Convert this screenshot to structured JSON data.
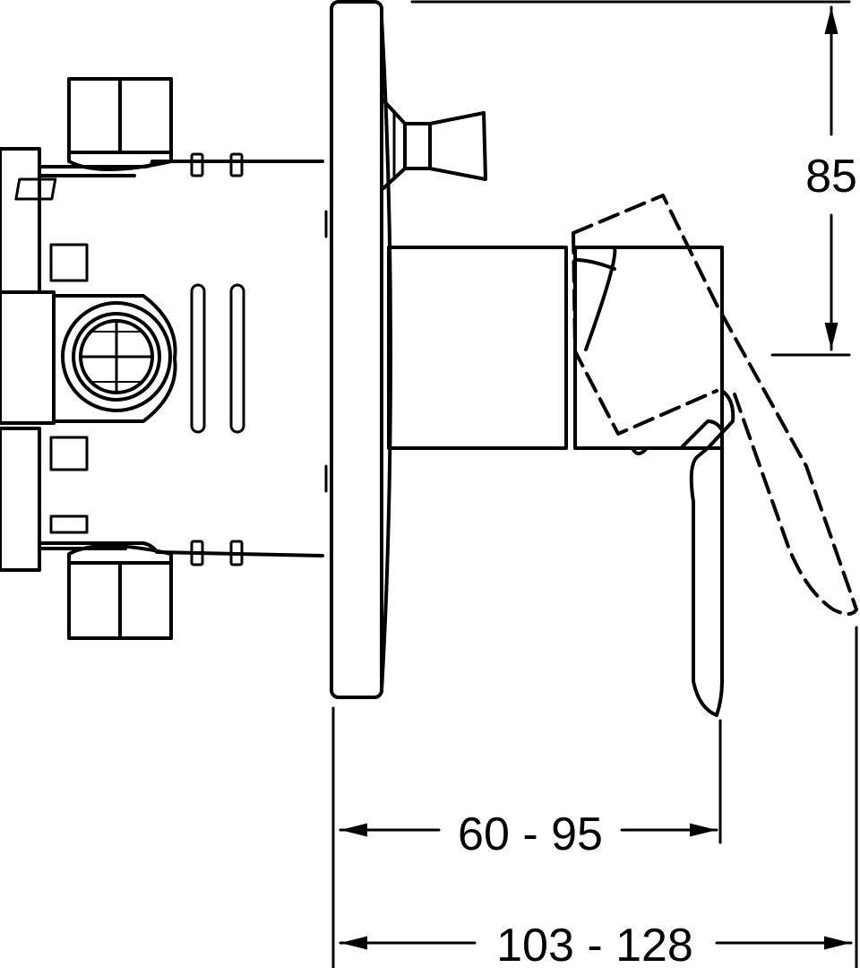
{
  "dimensions": {
    "height_label": "85",
    "depth_label": "60 - 95",
    "total_label": "103 - 128"
  }
}
